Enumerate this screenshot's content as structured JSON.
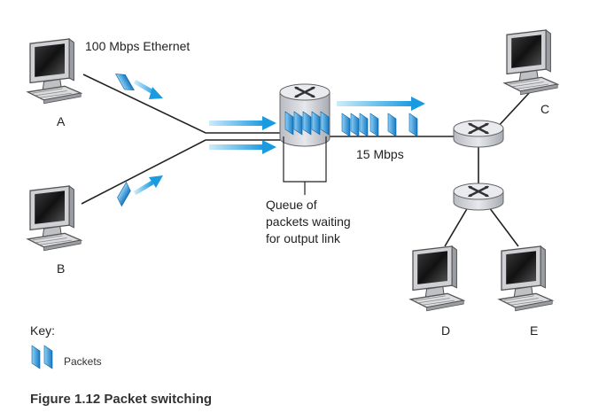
{
  "labels": {
    "link_a": "100 Mbps Ethernet",
    "link_out": "15 Mbps",
    "queue_line1": "Queue of",
    "queue_line2": "packets waiting",
    "queue_line3": "for output link"
  },
  "hosts": {
    "a": "A",
    "b": "B",
    "c": "C",
    "d": "D",
    "e": "E"
  },
  "key": {
    "title": "Key:",
    "packets": "Packets"
  },
  "caption": "Figure 1.12 Packet switching",
  "colors": {
    "packet_light": "#9fd3f2",
    "packet_mid": "#4fb2e8",
    "packet_dark": "#1679c4",
    "arrow": "#23a3e6",
    "router_body": "#c9cbd0",
    "link": "#222222"
  }
}
